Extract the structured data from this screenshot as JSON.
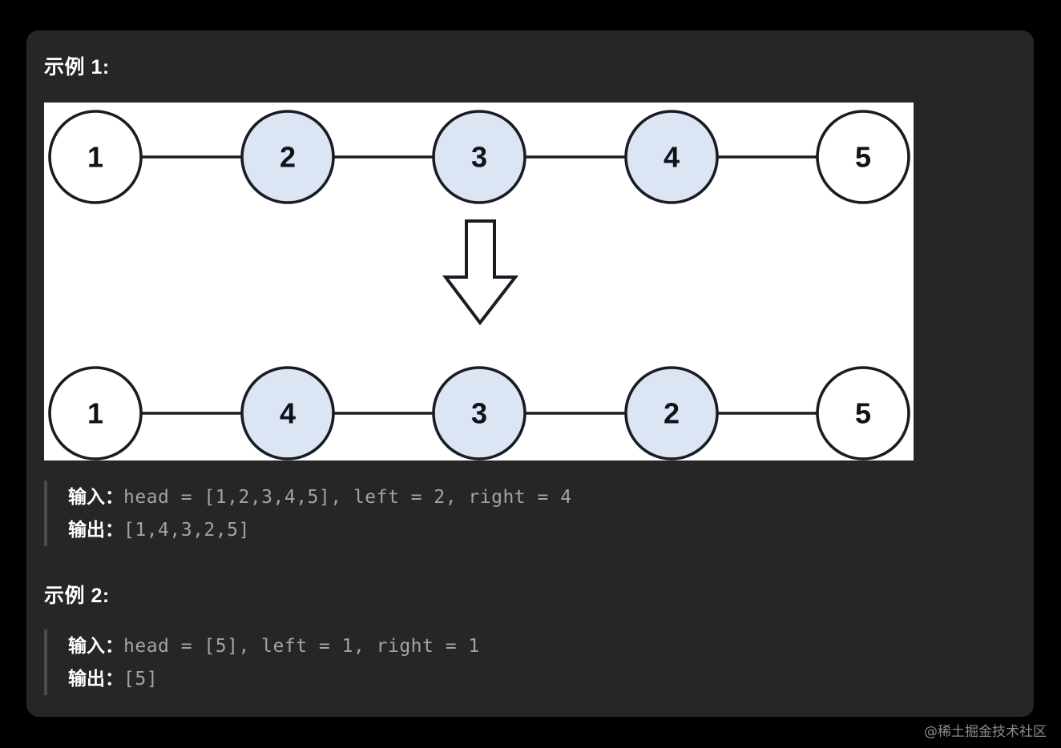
{
  "page": {
    "background_color": "#000000",
    "card_color": "#262626",
    "watermark": "@稀土掘金技术社区"
  },
  "examples": [
    {
      "heading": "示例 1:",
      "input_label": "输入：",
      "input_value": "head = [1,2,3,4,5], left = 2, right = 4",
      "output_label": "输出：",
      "output_value": "[1,4,3,2,5]"
    },
    {
      "heading": "示例 2:",
      "input_label": "输入：",
      "input_value": "head = [5], left = 1, right = 1",
      "output_label": "输出：",
      "output_value": "[5]"
    }
  ],
  "figure": {
    "background_color": "#ffffff",
    "node_fill_plain": "#ffffff",
    "node_fill_highlight": "#dce5f4",
    "node_stroke": "#1b1b24",
    "arrow_color": "#1b1b24",
    "top_row": [
      {
        "label": "1",
        "highlight": false
      },
      {
        "label": "2",
        "highlight": true
      },
      {
        "label": "3",
        "highlight": true
      },
      {
        "label": "4",
        "highlight": true
      },
      {
        "label": "5",
        "highlight": false
      }
    ],
    "bottom_row": [
      {
        "label": "1",
        "highlight": false
      },
      {
        "label": "4",
        "highlight": true
      },
      {
        "label": "3",
        "highlight": true
      },
      {
        "label": "2",
        "highlight": true
      },
      {
        "label": "5",
        "highlight": false
      }
    ],
    "transform_arrow": "down-arrow"
  }
}
